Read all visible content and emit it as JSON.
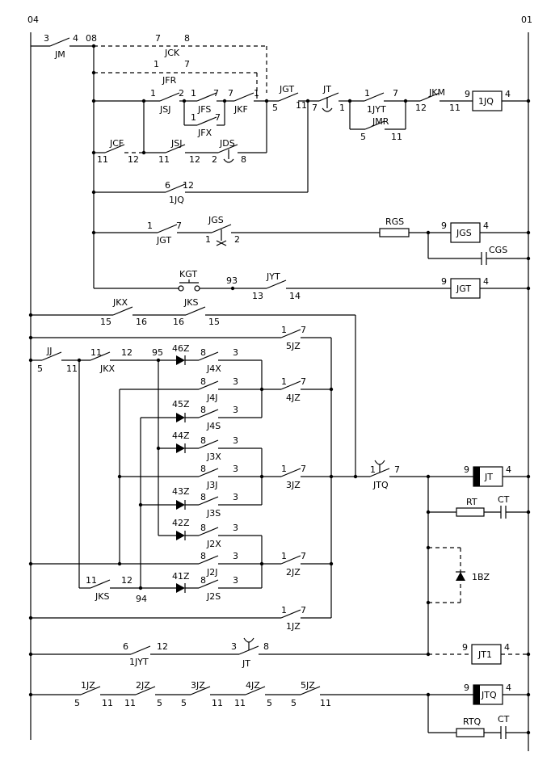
{
  "rails": {
    "left": "04",
    "right": "01"
  },
  "labels": {
    "JM": "JM",
    "JM_n1": "3",
    "JM_n2": "4",
    "n08": "08",
    "JCK": "JCK",
    "JCK_n1": "7",
    "JCK_n2": "8",
    "JFR": "JFR",
    "JFR_n1": "1",
    "JFR_n2": "7",
    "JSJ": "JSJ",
    "JSJ_n1": "1",
    "JSJ_n2": "2",
    "JFS": "JFS",
    "JFS_n1": "1",
    "JFS_n2": "7",
    "JFX": "JFX",
    "JFX_n1": "1",
    "JFX_n2": "7",
    "JKF": "JKF",
    "JKF_n1": "7",
    "JKF_n2": "1",
    "JGT": "JGT",
    "JGT_n1": "5",
    "JGT_n2": "11",
    "JT": "JT",
    "JT_n1": "7",
    "JT_n2": "1",
    "JYT1": "1JYT",
    "JYT1_n1": "1",
    "JYT1_n2": "7",
    "JMR": "JMR",
    "JMR_n1": "5",
    "JMR_n2": "11",
    "JKM": "JKM",
    "JKM_n1": "12",
    "JKM_n2": "11",
    "JQ1": "1JQ",
    "JQ1_n1": "9",
    "JQ1_n2": "4",
    "JCF": "JCF",
    "JCF_n1": "11",
    "JCF_n2": "12",
    "JSJb": "JSJ",
    "JSJb_n1": "11",
    "JSJb_n2": "12",
    "JDS": "JDS",
    "JDS_n1": "2",
    "JDS_n2": "8",
    "JQ1c": "1JQ",
    "JQ1c_n1": "6",
    "JQ1c_n2": "12",
    "JGTc": "JGT",
    "JGTc_n1": "1",
    "JGTc_n2": "7",
    "JGSc": "JGS",
    "JGSc_n1": "1",
    "JGSc_n2": "2",
    "RGS": "RGS",
    "JGScoil": "JGS",
    "JGScoil_n1": "9",
    "JGScoil_n2": "4",
    "CGS": "CGS",
    "KGT": "KGT",
    "n93": "93",
    "JYTc": "JYT",
    "JYTc_n1": "13",
    "JYTc_n2": "14",
    "JGTcoil": "JGT",
    "JGTcoil_n1": "9",
    "JGTcoil_n2": "4",
    "JKX": "JKX",
    "JKX_n1": "15",
    "JKX_n2": "16",
    "JKS": "JKS",
    "JKS_n1": "16",
    "JKS_n2": "15",
    "JZ5": "5JZ",
    "JZ5_n1": "1",
    "JZ5_n2": "7",
    "JJ": "JJ",
    "JJ_n1": "5",
    "JJ_n2": "11",
    "JKXb": "JKX",
    "JKXb_n1": "11",
    "JKXb_n2": "12",
    "n95": "95",
    "Z46": "46Z",
    "J4X": "J4X",
    "J4X_n1": "8",
    "J4X_n2": "3",
    "J4J": "J4J",
    "J4J_n1": "8",
    "J4J_n2": "3",
    "JZ4": "4JZ",
    "JZ4_n1": "1",
    "JZ4_n2": "7",
    "Z45": "45Z",
    "J4S": "J4S",
    "J4S_n1": "8",
    "J4S_n2": "3",
    "Z44": "44Z",
    "J3X": "J3X",
    "J3X_n1": "8",
    "J3X_n2": "3",
    "J3J": "J3J",
    "J3J_n1": "8",
    "J3J_n2": "3",
    "JZ3": "3JZ",
    "JZ3_n1": "1",
    "JZ3_n2": "7",
    "Z43": "43Z",
    "J3S": "J3S",
    "J3S_n1": "8",
    "J3S_n2": "3",
    "JTQc": "JTQ",
    "JTQc_n1": "1",
    "JTQc_n2": "7",
    "JTcoil": "JT",
    "JTcoil_n1": "9",
    "JTcoil_n2": "4",
    "RT": "RT",
    "CT": "CT",
    "Z42": "42Z",
    "J2X": "J2X",
    "J2X_n1": "8",
    "J2X_n2": "3",
    "J2J": "J2J",
    "J2J_n1": "8",
    "J2J_n2": "3",
    "JZ2": "2JZ",
    "JZ2_n1": "1",
    "JZ2_n2": "7",
    "BZ1": "1BZ",
    "JKSb": "JKS",
    "JKSb_n1": "11",
    "JKSb_n2": "12",
    "n94": "94",
    "Z41": "41Z",
    "J2S": "J2S",
    "J2S_n1": "8",
    "J2S_n2": "3",
    "JZ1": "1JZ",
    "JZ1_n1": "1",
    "JZ1_n2": "7",
    "JYT1b": "1JYT",
    "JYT1b_n1": "6",
    "JYT1b_n2": "12",
    "JTc": "JT",
    "JTc_n1": "3",
    "JTc_n2": "8",
    "JT1coil": "JT1",
    "JT1coil_n1": "9",
    "JT1coil_n2": "4",
    "b1": "1JZ",
    "b1_n1": "5",
    "b1_n2": "11",
    "b2": "2JZ",
    "b2_n1": "11",
    "b2_n2": "5",
    "b3": "3JZ",
    "b3_n1": "5",
    "b3_n2": "11",
    "b4": "4JZ",
    "b4_n1": "11",
    "b4_n2": "5",
    "b5": "5JZ",
    "b5_n1": "5",
    "b5_n2": "11",
    "JTQcoil": "JTQ",
    "JTQcoil_n1": "9",
    "JTQcoil_n2": "4",
    "RTQ": "RTQ",
    "CT2": "CT"
  }
}
